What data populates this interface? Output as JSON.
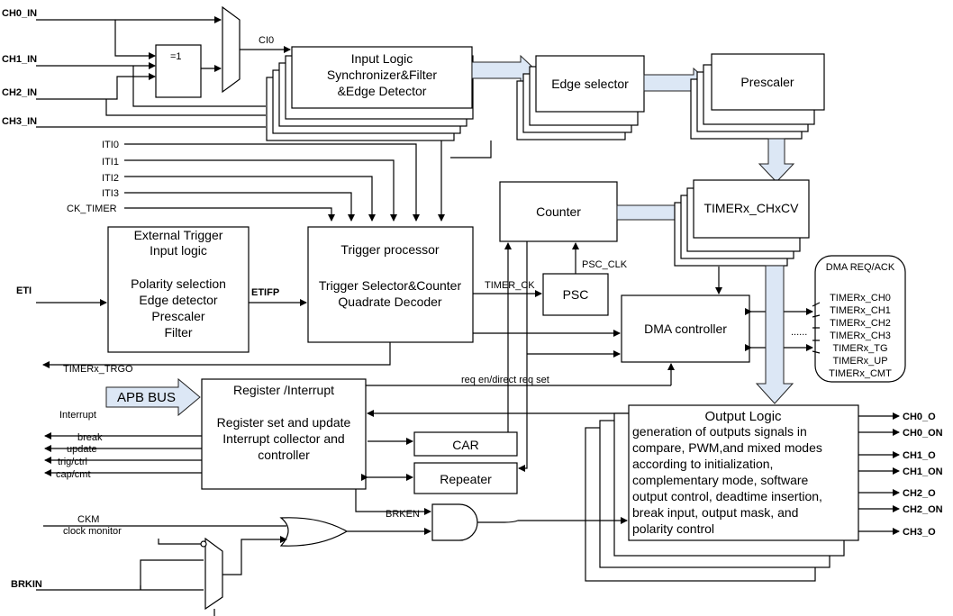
{
  "inputs": {
    "ch0": "CH0_IN",
    "ch1": "CH1_IN",
    "ch2": "CH2_IN",
    "ch3": "CH3_IN",
    "eti": "ETI",
    "brkin": "BRKIN"
  },
  "signals": {
    "ci0": "CI0",
    "xor": "=1",
    "iti0": "ITI0",
    "iti1": "ITI1",
    "iti2": "ITI2",
    "iti3": "ITI3",
    "ck_timer": "CK_TIMER",
    "etifp": "ETIFP",
    "timer_ck": "TIMER_CK",
    "psc_clk": "PSC_CLK",
    "trgo": "TIMERx_TRGO",
    "interrupt": "Interrupt",
    "req": "req en/direct req set",
    "brken": "BRKEN",
    "ckm": "CKM",
    "clock_monitor": "clock monitor",
    "dots": "......"
  },
  "outputs_left": [
    "break",
    "update",
    "trig/ctrl",
    "cap/cmt"
  ],
  "blocks": {
    "input_logic": [
      "Input Logic",
      "Synchronizer&Filter",
      "&Edge Detector"
    ],
    "edge_selector": "Edge selector",
    "prescaler": "Prescaler",
    "counter": "Counter",
    "chxcv": "TIMERx_CHxCV",
    "ext_trigger": [
      "External Trigger",
      "Input logic",
      "",
      "Polarity selection",
      "Edge detector",
      "Prescaler",
      "Filter"
    ],
    "trigger_processor": [
      "Trigger processor",
      "",
      "Trigger Selector&Counter",
      "Quadrate Decoder"
    ],
    "psc": "PSC",
    "dma_controller": "DMA controller",
    "apb_bus": "APB BUS",
    "register": [
      "Register /Interrupt",
      "",
      "Register set and update",
      "Interrupt collector  and",
      "controller"
    ],
    "car": "CAR",
    "repeater": "Repeater",
    "output_logic_title": "Output Logic",
    "output_logic_body": [
      "generation of outputs signals in",
      "compare, PWM,and mixed modes",
      "according to initialization,",
      "complementary mode,  software",
      "output control, deadtime insertion,",
      "break input, output mask, and",
      "polarity control"
    ]
  },
  "dma_panel": {
    "title": "DMA REQ/ACK",
    "items": [
      "TIMERx_CH0",
      "TIMERx_CH1",
      "TIMERx_CH2",
      "TIMERx_CH3",
      "TIMERx_TG",
      "TIMERx_UP",
      "TIMERx_CMT"
    ]
  },
  "outputs_right": [
    "CH0_O",
    "CH0_ON",
    "CH1_O",
    "CH1_ON",
    "CH2_O",
    "CH2_ON",
    "CH3_O"
  ]
}
